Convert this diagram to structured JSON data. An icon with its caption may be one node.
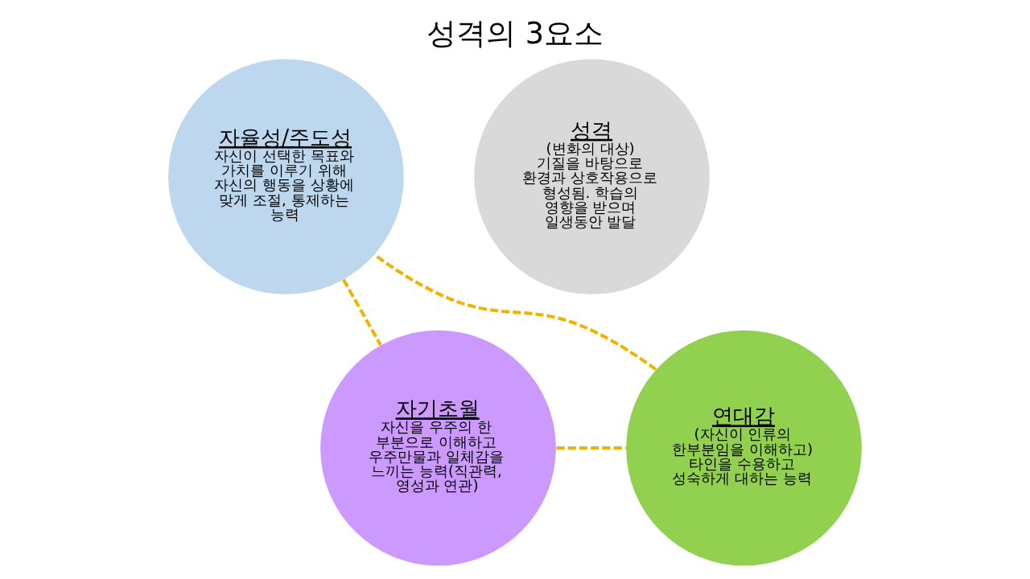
{
  "diagram": {
    "title": "성격의 3요소",
    "nodes": [
      {
        "text": [
          "자율성/주도성",
          "자신이 선택한 목표와 가치를 이루기 위해 자신의 행동을 상황에 맞게 조절, 통제하는 능력"
        ]
      },
      {
        "text": [
          "성격",
          "(변화의 대상)",
          "기질을 바탕으로 환경과 상호작용으로 형성됨. 학습의 영향을 받으며 일생동안 발달"
        ]
      },
      {
        "text": [
          "연대감",
          "(자신이 인류의 한부분임을 이해하고) 타인을 수용하고 성숙하게 대하는 능력"
        ]
      },
      {
        "text": [
          "자기초월",
          "자신을 우주의 한 부분으로 이해하고 우주만물과 일체감을 느끼는 능력(직관력, 영성과 연관)"
        ]
      }
    ],
    "edges": [
      {
        "from": 0,
        "to": 3,
        "arrow": "none",
        "style": "dashed"
      },
      {
        "from": 3,
        "to": 2,
        "arrow": "none",
        "style": "dashed"
      },
      {
        "from": 2,
        "to": 0,
        "arrow": "none",
        "style": "dashed"
      }
    ]
  }
}
